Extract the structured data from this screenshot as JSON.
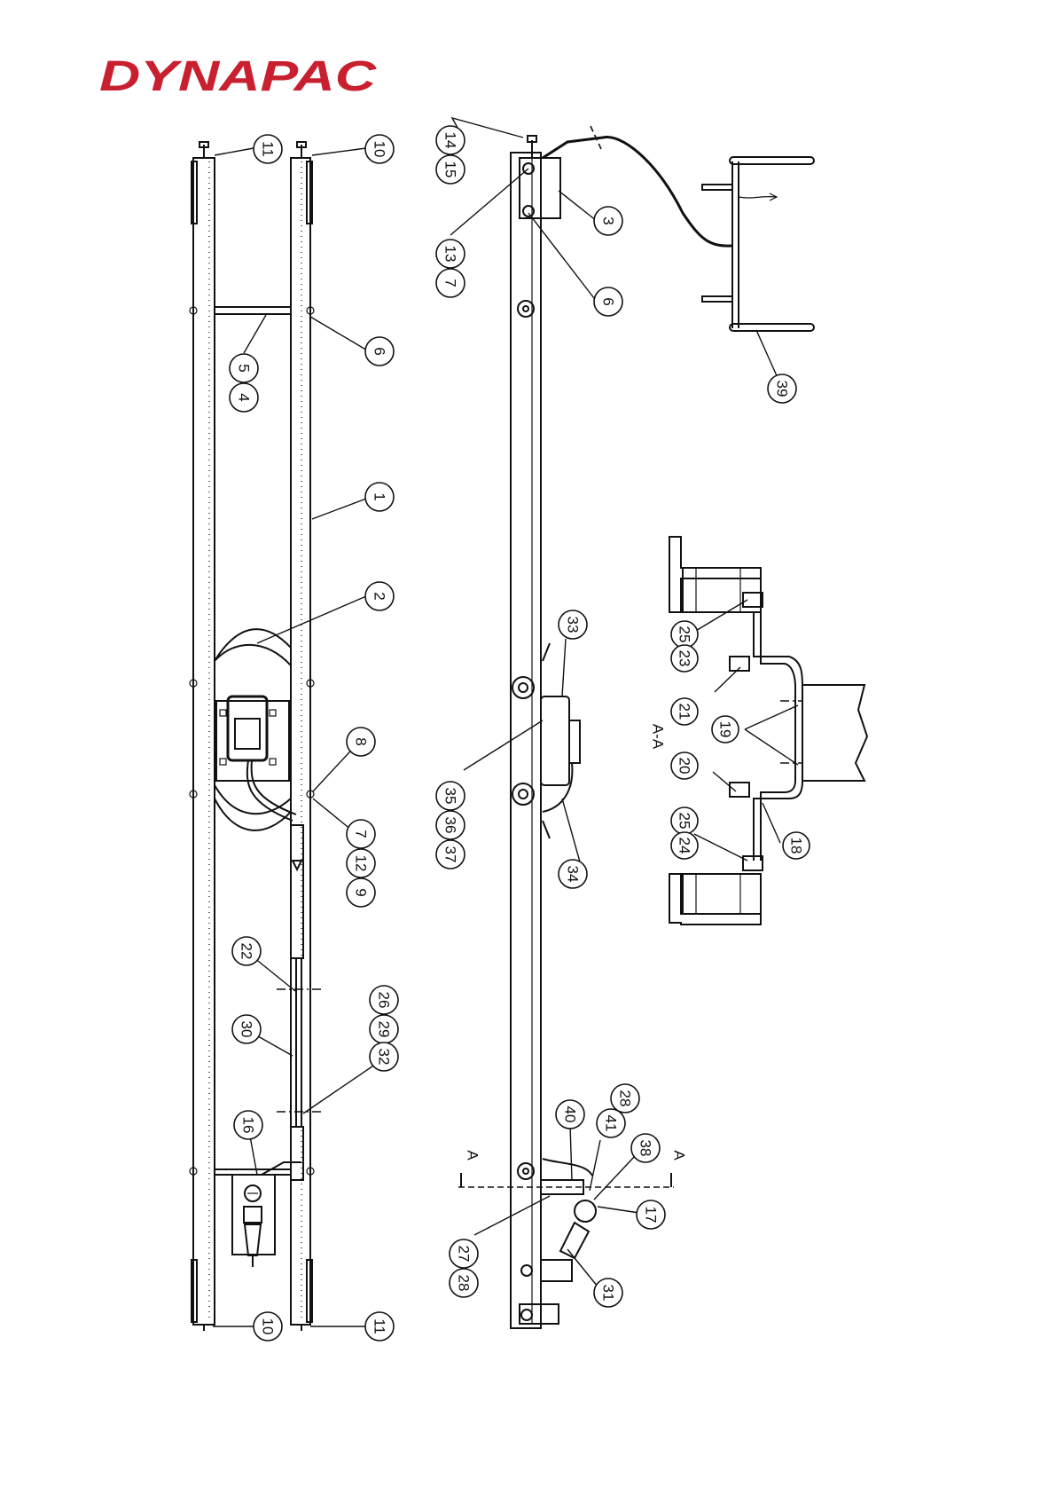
{
  "brand": {
    "name": "DYNAPAC",
    "color": "#c8202f"
  },
  "section": {
    "label": "A-A",
    "marker_top": "A",
    "marker_bottom": "A"
  },
  "balloons": [
    {
      "id": "b11-top",
      "text": "11"
    },
    {
      "id": "b10-top",
      "text": "10"
    },
    {
      "id": "b6-left",
      "text": "6"
    },
    {
      "id": "b5",
      "text": "5"
    },
    {
      "id": "b4",
      "text": "4"
    },
    {
      "id": "b1",
      "text": "1"
    },
    {
      "id": "b2",
      "text": "2"
    },
    {
      "id": "b8",
      "text": "8"
    },
    {
      "id": "b7-left",
      "text": "7"
    },
    {
      "id": "b12",
      "text": "12"
    },
    {
      "id": "b9",
      "text": "9"
    },
    {
      "id": "b22",
      "text": "22"
    },
    {
      "id": "b30",
      "text": "30"
    },
    {
      "id": "b26",
      "text": "26"
    },
    {
      "id": "b29",
      "text": "29"
    },
    {
      "id": "b32",
      "text": "32"
    },
    {
      "id": "b16",
      "text": "16"
    },
    {
      "id": "b10-bot",
      "text": "10"
    },
    {
      "id": "b11-bot",
      "text": "11"
    },
    {
      "id": "b14",
      "text": "14"
    },
    {
      "id": "b15",
      "text": "15"
    },
    {
      "id": "b13",
      "text": "13"
    },
    {
      "id": "b7-mid",
      "text": "7"
    },
    {
      "id": "b3",
      "text": "3"
    },
    {
      "id": "b6-mid",
      "text": "6"
    },
    {
      "id": "b39",
      "text": "39"
    },
    {
      "id": "b33",
      "text": "33"
    },
    {
      "id": "b35",
      "text": "35"
    },
    {
      "id": "b36",
      "text": "36"
    },
    {
      "id": "b37",
      "text": "37"
    },
    {
      "id": "b34",
      "text": "34"
    },
    {
      "id": "b40",
      "text": "40"
    },
    {
      "id": "b41",
      "text": "41"
    },
    {
      "id": "b28-top",
      "text": "28"
    },
    {
      "id": "b38",
      "text": "38"
    },
    {
      "id": "b17",
      "text": "17"
    },
    {
      "id": "b27",
      "text": "27"
    },
    {
      "id": "b28-bot",
      "text": "28"
    },
    {
      "id": "b31",
      "text": "31"
    },
    {
      "id": "b25-top",
      "text": "25"
    },
    {
      "id": "b23",
      "text": "23"
    },
    {
      "id": "b21",
      "text": "21"
    },
    {
      "id": "b19",
      "text": "19"
    },
    {
      "id": "b20",
      "text": "20"
    },
    {
      "id": "b25-bot",
      "text": "25"
    },
    {
      "id": "b24",
      "text": "24"
    },
    {
      "id": "b18",
      "text": "18"
    }
  ]
}
